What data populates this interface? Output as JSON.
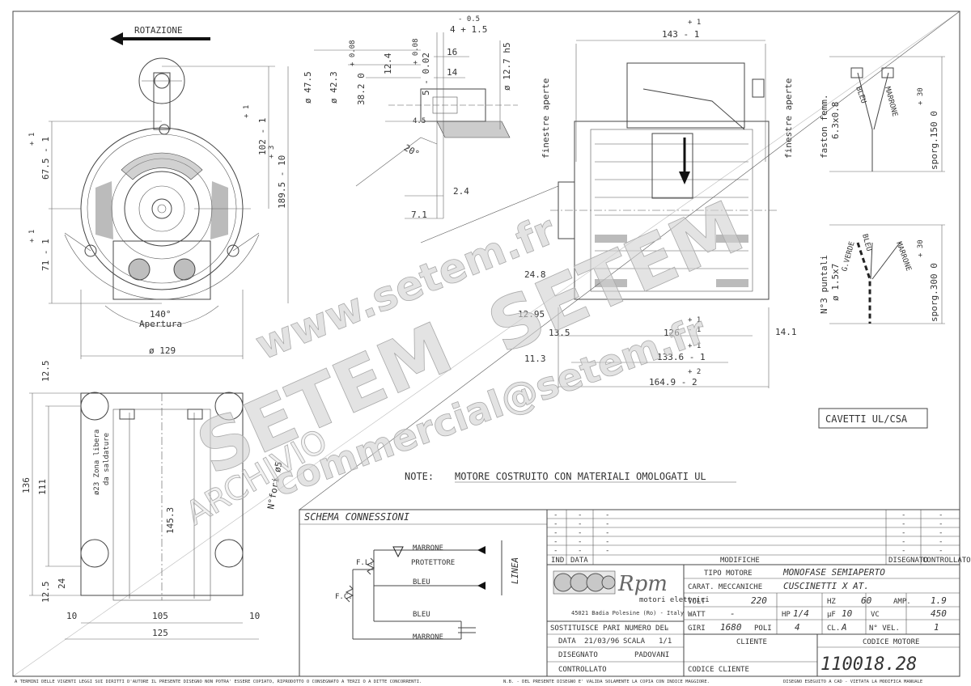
{
  "drawing": {
    "rotation_label": "ROTAZIONE",
    "front_view": {
      "dims": [
        "+ 1",
        "67.5 - 1",
        "+ 1",
        "71 - 1",
        "+ 1",
        "102 - 1",
        "+ 3",
        "189.5 - 10",
        "140°",
        "Apertura",
        "ø 129"
      ]
    },
    "shaft_detail": {
      "dims": [
        "- 0.5",
        "4 + 1.5",
        "16",
        "14",
        "+ 0.08",
        "5 - 0.02",
        "12.4",
        "+ 0.08",
        "38.2  0",
        "ø 42.3",
        "ø 47.5",
        "ø 12.7 h5",
        "4.5",
        "20°",
        "2.4",
        "7.1"
      ],
      "window_note": "finestre aperte"
    },
    "side_view": {
      "dims": [
        "+ 1",
        "143 - 1",
        "24.8",
        "12.95",
        "13.5",
        "126",
        "+ 1",
        "- 1",
        "14.1",
        "11.3",
        "+ 1",
        "133.6 - 1",
        "+ 2",
        "164.9 - 2"
      ],
      "window_note": "finestre aperte"
    },
    "cable_detail": {
      "top": {
        "connector": "faston femm.",
        "size": "6.3x0.8",
        "wire1": "BLEU",
        "wire2": "MARRONE",
        "length_tol": "+ 30",
        "length": "sporg.150  0"
      },
      "bottom": {
        "connector": "N°3 puntali",
        "size": "ø 1.5x7",
        "wire1": "G.VERDE",
        "wire2": "BLEU",
        "wire3": "MARRONE",
        "length_tol": "+ 30",
        "length": "sporg.300  0"
      }
    },
    "bottom_view": {
      "dims": [
        "12.5",
        "136",
        "111",
        "145.3",
        "24",
        "12.5",
        "10",
        "105",
        "10",
        "125"
      ],
      "solder_note1": "ø23 Zona libera",
      "solder_note2": "da saldature",
      "holes_note": "N°fori ø5"
    },
    "cables_box": "CAVETTI UL/CSA",
    "note_label": "NOTE:",
    "note_text": "MOTORE COSTRUITO CON MATERIALI OMOLOGATI UL"
  },
  "schema": {
    "title": "SCHEMA CONNESSIONI",
    "labels": [
      "MARRONE",
      "PROTETTORE",
      "BLEU",
      "BLEU",
      "MARRONE",
      "F.L.",
      "F.C.",
      "LINEA"
    ]
  },
  "title_block": {
    "modifiche": {
      "rows": [
        [
          "-",
          "-",
          "-",
          "-",
          "-"
        ],
        [
          "-",
          "-",
          "-",
          "-",
          "-"
        ],
        [
          "-",
          "-",
          "-",
          "-",
          "-"
        ],
        [
          "-",
          "-",
          "-",
          "-",
          "-"
        ],
        [
          "-",
          "-",
          "-",
          "-",
          "-"
        ]
      ],
      "headers": [
        "IND",
        "DATA",
        "MODIFICHE",
        "DISEGNATO",
        "CONTROLLATO"
      ]
    },
    "company": {
      "name": "Rpm",
      "subtitle": "motori elettrici",
      "address": "45021 Badia Polesine (Ro) - Italy"
    },
    "tipo_motore_label": "TIPO MOTORE",
    "tipo_motore": "MONOFASE SEMIAPERTO",
    "carat_label": "CARAT. MECCANICHE",
    "carat": "CUSCINETTI X AT.",
    "specs": [
      {
        "l1": "VOLT",
        "v1": "220",
        "l2": "HZ",
        "v2": "60",
        "l3": "AMP.",
        "v3": "1.9"
      },
      {
        "l1": "WATT",
        "v1": "-",
        "l2": "HP",
        "v2": "1/4",
        "l3": "μF",
        "v3": "10",
        "l4": "VC",
        "v4": "450"
      },
      {
        "l1": "GIRI",
        "v1": "1680",
        "l2": "POLI",
        "v2": "4",
        "l3": "CL.",
        "v3": "A",
        "l4": "N° VEL.",
        "v4": "1"
      }
    ],
    "sostituisce": "SOSTITUISCE PARI NUMERO DEL",
    "sostituisce_val": "-",
    "data_label": "DATA",
    "data": "21/03/96",
    "scala_label": "SCALA",
    "scala": "1/1",
    "disegnato_label": "DISEGNATO",
    "disegnato": "PADOVANI",
    "controllato_label": "CONTROLLATO",
    "cliente_label": "CLIENTE",
    "codice_cliente_label": "CODICE CLIENTE",
    "codice_motore_label": "CODICE MOTORE",
    "codice_motore": "110018.28"
  },
  "footer": {
    "left": "A TERMINI DELLE VIGENTI LEGGI SUI DIRITTI D'AUTORE IL PRESENTE DISEGNO NON POTRA' ESSERE COPIATO, RIPRODOTTO O CONSEGNATO A TERZI O A DITTE CONCORRENTI.",
    "mid": "N.B. - DEL PRESENTE DISEGNO E' VALIDA SOLAMENTE LA COPIA CON INDICE MAGGIORE.",
    "right": "DISEGNO ESEGUITO A CAD - VIETATA LA MODIFICA MANUALE"
  },
  "watermarks": [
    "www.setem.fr",
    "SETEM",
    "SETEM",
    "commercial@setem.fr",
    "ARCHIVIO"
  ]
}
